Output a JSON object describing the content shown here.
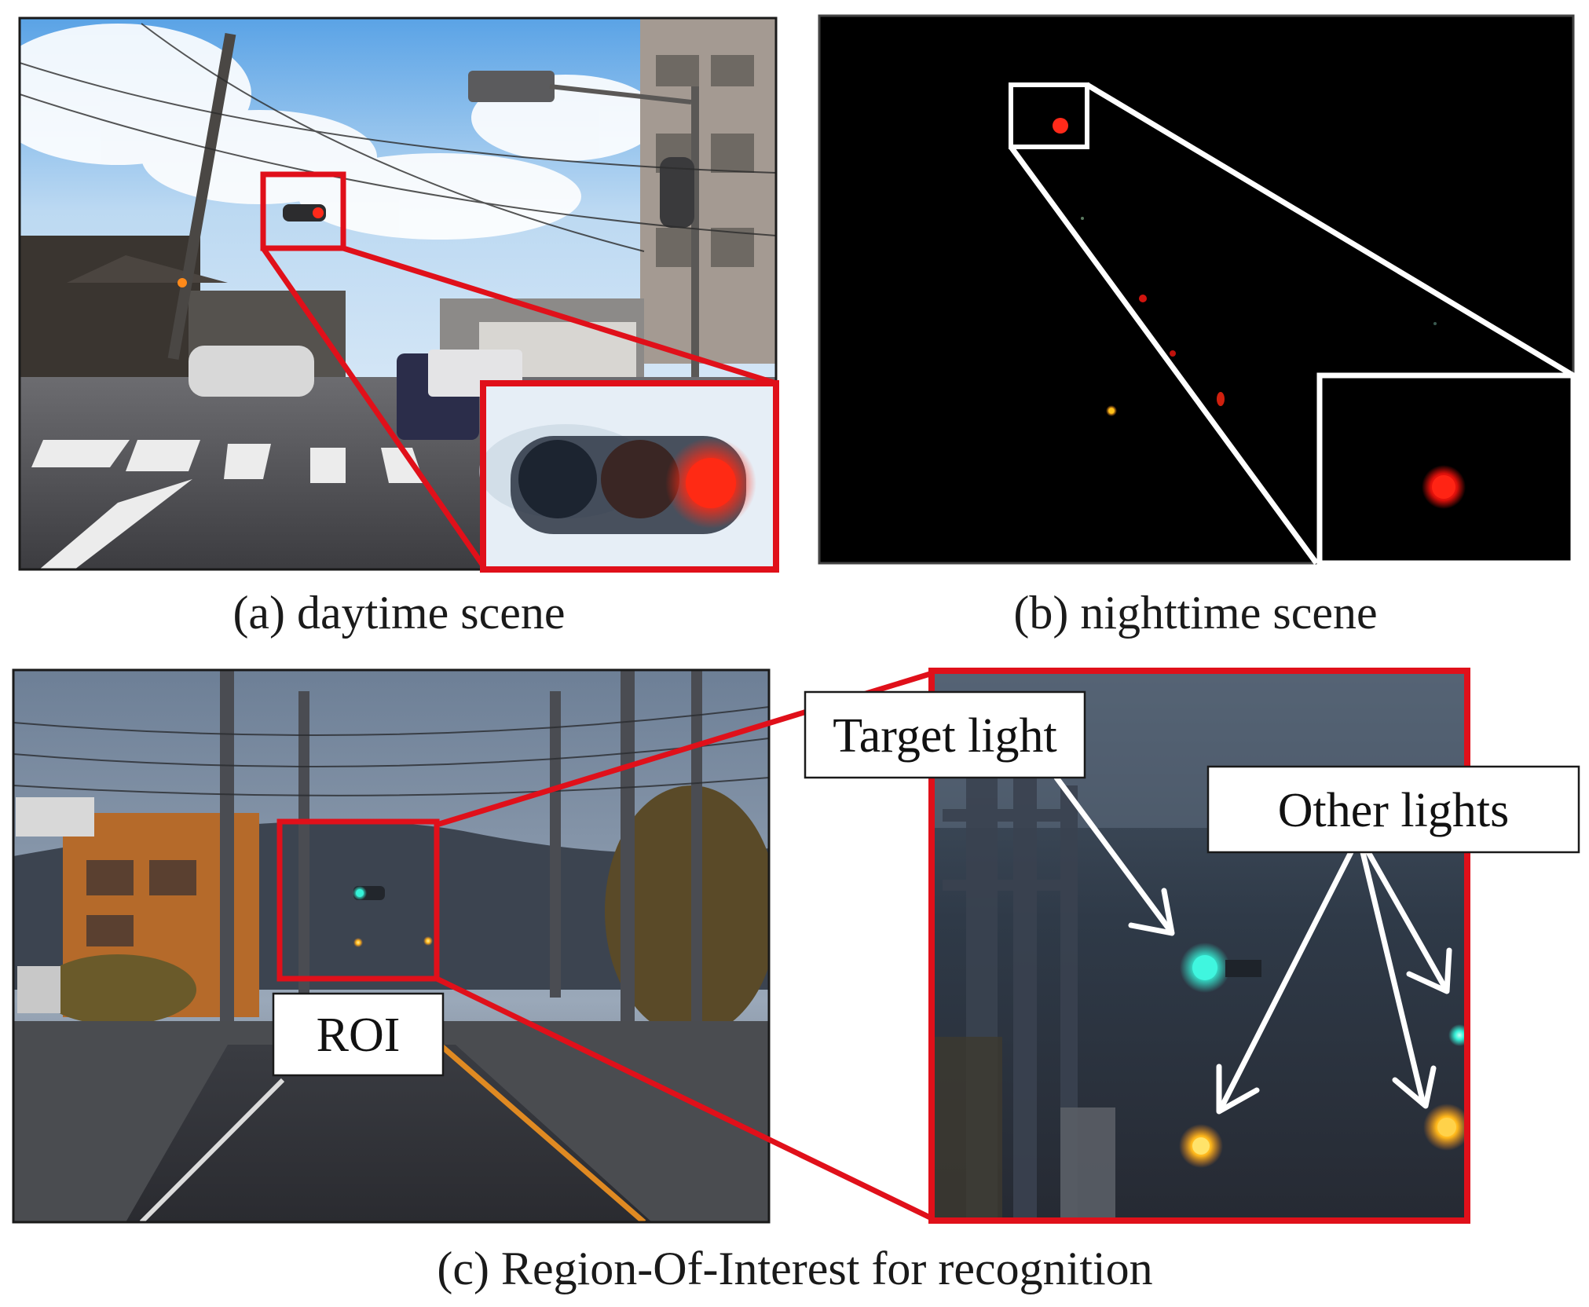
{
  "panels": {
    "a": {
      "caption": "(a) daytime scene"
    },
    "b": {
      "caption": "(b) nighttime scene"
    },
    "c": {
      "caption": "(c) Region-Of-Interest for recognition",
      "roi_label": "ROI",
      "target_label": "Target light",
      "other_label": "Other lights"
    }
  },
  "colors": {
    "highlight_red": "#e0101a",
    "zoom_white": "#ffffff",
    "red_signal": "#ff2a1a",
    "green_signal": "#35f2d8",
    "amber_signal": "#ffc21a"
  }
}
